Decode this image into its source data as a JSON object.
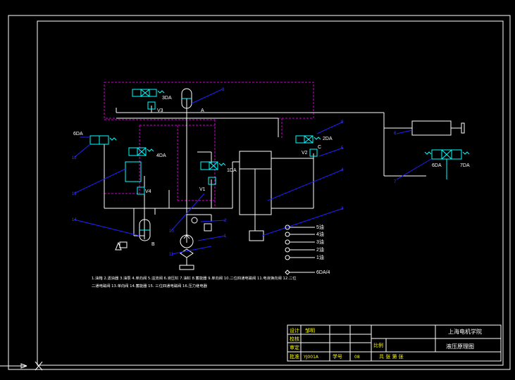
{
  "colors": {
    "background": "#000000",
    "line": "#ffffff",
    "pilot": "#d000d0",
    "leader": "#2020ff",
    "valve": "#00ffff",
    "text": "#ffffff",
    "titleblock_text": "#ffff00"
  },
  "labels": {
    "sol_3da": "3DA",
    "sol_6da_left": "6DA",
    "sol_4da": "4DA",
    "sol_1da": "1DA",
    "sol_2da": "2DA",
    "sol_6da_right": "6DA",
    "sol_7da": "7DA",
    "valve_v3": "V3",
    "valve_v4": "V4",
    "valve_v1": "V1",
    "valve_v2": "V2",
    "acc_a": "A",
    "acc_b": "B",
    "point_c": "C"
  },
  "callouts": [
    "8",
    "9",
    "12",
    "13",
    "14",
    "5",
    "4",
    "3",
    "2",
    "1",
    "10",
    "11",
    "6",
    "7"
  ],
  "legend": {
    "items": [
      "5油",
      "4油",
      "3油",
      "2油",
      "1油"
    ],
    "last": "6DA/4"
  },
  "parts_list": {
    "line1": "1.油箱 2.滤油器 3.油泵 4.单向阀 5.溢流阀 6.液压缸 7.油缸 8.蓄能器 9.单向阀 10.二位四通电磁阀 11.电液换向阀 12.二位",
    "line2": "二通电磁阀 13.单向阀 14.蓄能器 15. 三位四通电磁阀 16.压力继电器"
  },
  "title_block": {
    "design_label": "设计",
    "design_name": "邹明",
    "check_label": "校核",
    "review_label": "审定",
    "approve_label": "批准",
    "approve_value": "YJ001A",
    "number_label": "学号",
    "number_value": "08",
    "ratio_label": "比例",
    "sheets": "共  张  第  张",
    "school": "上海电机学院",
    "drawing_title": "液压原理图"
  }
}
